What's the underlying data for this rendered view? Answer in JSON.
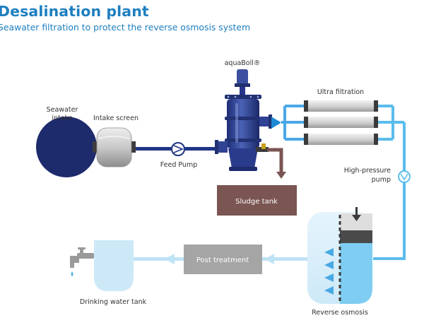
{
  "header": {
    "title": "Desalination plant",
    "subtitle": "Seawater filtration to protect the reverse osmosis system"
  },
  "labels": {
    "seawater_intake_line1": "Seawater",
    "seawater_intake_line2": "intake",
    "intake_screen": "Intake screen",
    "aquaboll": "aquaBoll®",
    "feed_pump": "Feed Pump",
    "ultra_filtration": "Ultra filtration",
    "high_pressure_pump_line1": "High-pressure",
    "high_pressure_pump_line2": "pump",
    "sludge_tank": "Sludge tank",
    "post_treatment": "Post treatment",
    "drinking_water_tank": "Drinking water tank",
    "reverse_osmosis": "Reverse osmosis"
  },
  "colors": {
    "title": "#1e7fc0",
    "seawater": "#1d2a6b",
    "pipe_dark": "#1f3585",
    "pipe_light": "#4fb3e6",
    "pipe_pale": "#bfe3f6",
    "sludge": "#7a5552",
    "post_treatment": "#a5a5a5",
    "machine_blue": "#33489c"
  },
  "icons": [
    "pump-icon",
    "faucet-icon",
    "arrow-icon"
  ]
}
